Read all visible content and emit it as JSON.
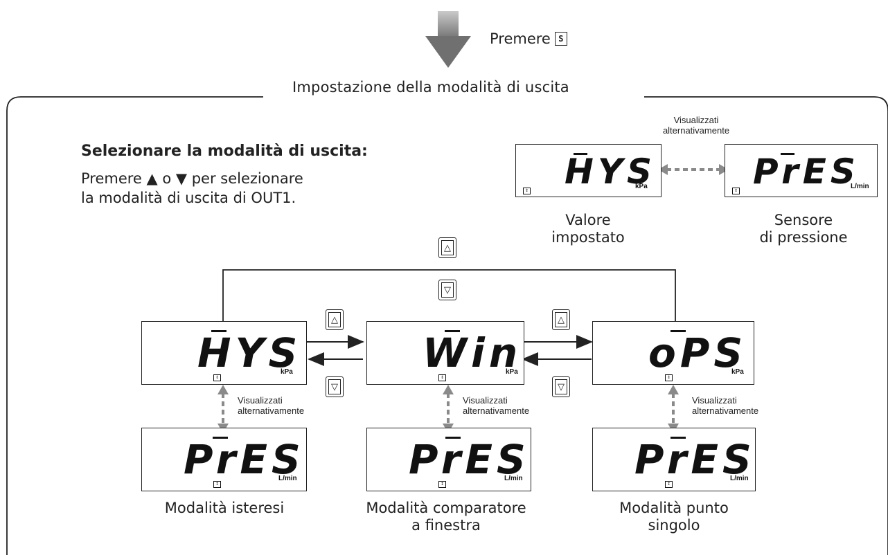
{
  "header": {
    "press_label": "Premere",
    "s_key_glyph": "S",
    "section_title": "Impostazione della modalità di uscita"
  },
  "instructions": {
    "title": "Selezionare la modalità di uscita:",
    "line1": "Premere ▲ o ▼ per selezionare",
    "line2": "la modalità di uscita di OUT1."
  },
  "legend": {
    "alternating_note_line1": "Visualizzati",
    "alternating_note_line2": "alternativamente",
    "left_display": {
      "text": "HYS",
      "unit": "kPa",
      "caption_line1": "Valore",
      "caption_line2": "impostato"
    },
    "right_display": {
      "text": "PrES",
      "unit": "L/min",
      "caption_line1": "Sensore",
      "caption_line2": "di pressione"
    }
  },
  "buttons": {
    "up_glyph": "△",
    "down_glyph": "▽"
  },
  "modes": [
    {
      "display": "HYS",
      "unit": "kPa",
      "pressure_display": "PrES",
      "pressure_unit": "L/min",
      "note_line1": "Visualizzati",
      "note_line2": "alternativamente",
      "caption_line1": "Modalità isteresi",
      "caption_line2": ""
    },
    {
      "display": "Win",
      "unit": "kPa",
      "pressure_display": "PrES",
      "pressure_unit": "L/min",
      "note_line1": "Visualizzati",
      "note_line2": "alternativamente",
      "caption_line1": "Modalità comparatore",
      "caption_line2": "a finestra"
    },
    {
      "display": "oPS",
      "unit": "kPa",
      "pressure_display": "PrES",
      "pressure_unit": "L/min",
      "note_line1": "Visualizzati",
      "note_line2": "alternativamente",
      "caption_line1": "Modalità punto",
      "caption_line2": "singolo"
    }
  ],
  "colors": {
    "arrow_gray": "#888888",
    "line": "#222222",
    "dashed": "#8a8a8a"
  }
}
